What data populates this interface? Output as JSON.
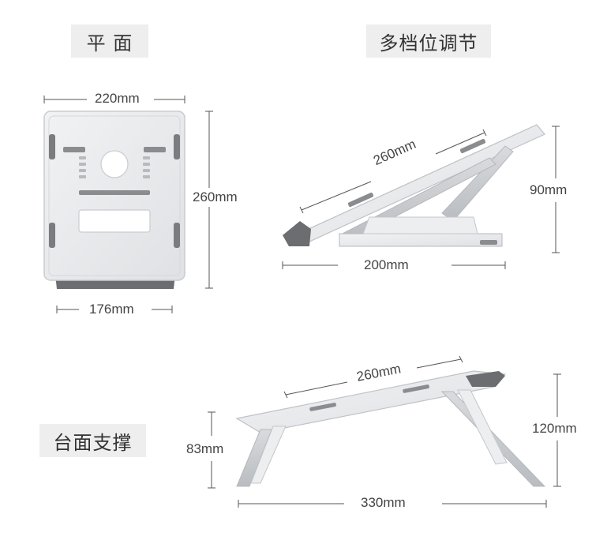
{
  "sections": {
    "flat_label": "平 面",
    "multi_position_label": "多档位调节",
    "desk_support_label": "台面支撑"
  },
  "flat_view": {
    "width_label": "220mm",
    "height_label": "260mm",
    "base_width_label": "176mm"
  },
  "multi_position_view": {
    "length_label": "260mm",
    "height_label": "90mm",
    "base_label": "200mm"
  },
  "desk_support_view": {
    "length_label": "260mm",
    "left_height_label": "83mm",
    "right_height_label": "120mm",
    "span_label": "330mm"
  },
  "colors": {
    "aluminum": "#e6e8eb",
    "aluminum_edge": "#c9ccd0",
    "rubber": "#6b6d70",
    "dimension_line": "#555555",
    "label_bg": "#eeeeee"
  }
}
